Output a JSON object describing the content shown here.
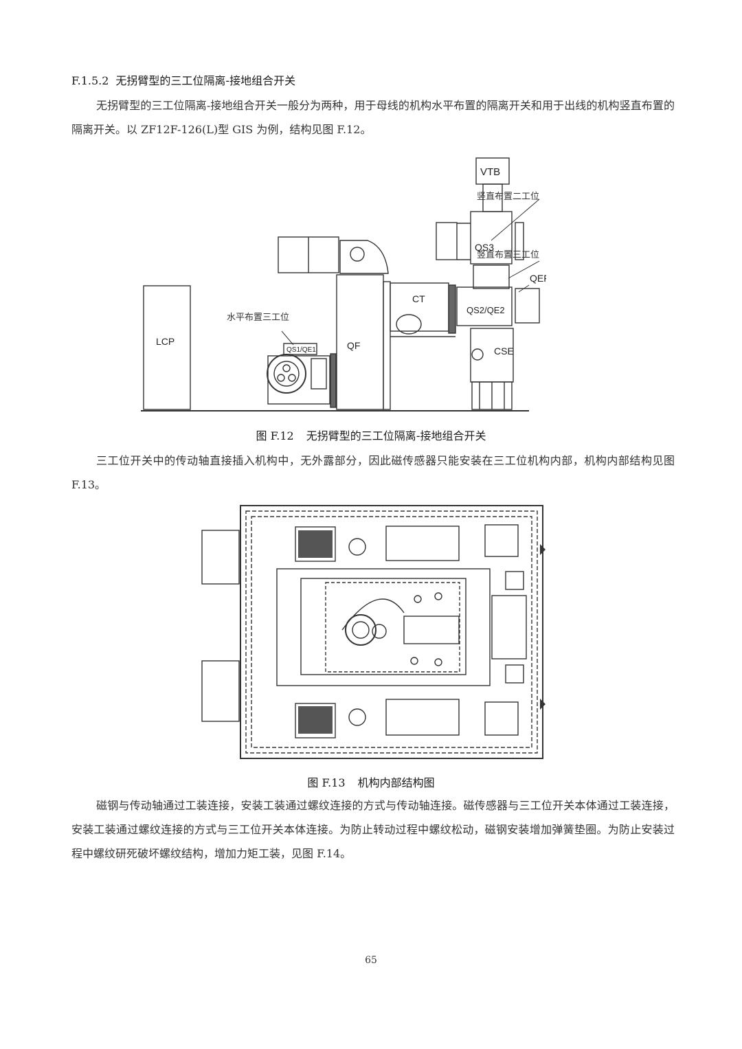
{
  "section": {
    "number": "F.1.5.2",
    "title": "无拐臂型的三工位隔离-接地组合开关"
  },
  "paragraphs": {
    "p1": "无拐臂型的三工位隔离-接地组合开关一般分为两种，用于母线的机构水平布置的隔离开关和用于出线的机构竖直布置的隔离开关。以 ZF12F-126(L)型 GIS 为例，结构见图 F.12。",
    "p2": "三工位开关中的传动轴直接插入机构中，无外露部分，因此磁传感器只能安装在三工位机构内部，机构内部结构见图 F.13。",
    "p3": "磁钢与传动轴通过工装连接，安装工装通过螺纹连接的方式与传动轴连接。磁传感器与三工位开关本体通过工装连接，安装工装通过螺纹连接的方式与三工位开关本体连接。为防止转动过程中螺纹松动，磁钢安装增加弹簧垫圈。为防止安装过程中螺纹研死破坏螺纹结构，增加力矩工装，见图 F.14。"
  },
  "figure12": {
    "number": "图 F.12",
    "caption": "无拐臂型的三工位隔离-接地组合开关",
    "labels": {
      "vtb": "VTB",
      "qs3": "QS3",
      "qef": "QEF",
      "qs2qe2": "QS2/QE2",
      "cse": "CSE",
      "ct": "CT",
      "qf": "QF",
      "lcp": "LCP",
      "qs1qe1": "QS1/QE1",
      "vertical_two": "竖直布置二工位",
      "vertical_three": "竖直布置三工位",
      "horizontal_three": "水平布置三工位"
    }
  },
  "figure13": {
    "number": "图 F.13",
    "caption": "机构内部结构图"
  },
  "page_number": "65"
}
